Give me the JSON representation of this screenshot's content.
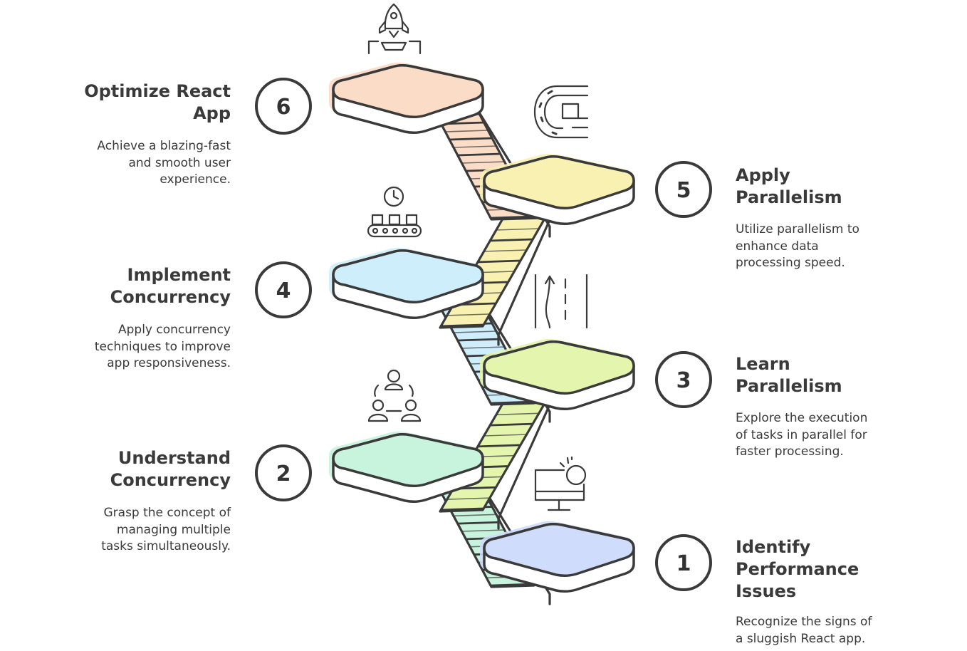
{
  "steps": [
    {
      "number": "1",
      "title": "Identify\nPerformance\nIssues",
      "description": "Recognize the signs of\na sluggish React app.",
      "color": "#cfdcfb",
      "icon": "monitor-alert-icon"
    },
    {
      "number": "2",
      "title": "Understand\nConcurrency",
      "description": "Grasp the concept of\nmanaging multiple\ntasks simultaneously.",
      "color": "#c8f3dc",
      "icon": "team-cycle-icon"
    },
    {
      "number": "3",
      "title": "Learn\nParallelism",
      "description": "Explore the execution\nof tasks in parallel for\nfaster processing.",
      "color": "#e4f5ae",
      "icon": "parallel-lanes-icon"
    },
    {
      "number": "4",
      "title": "Implement\nConcurrency",
      "description": "Apply concurrency\ntechniques to improve\napp responsiveness.",
      "color": "#cfeefb",
      "icon": "conveyor-timer-icon"
    },
    {
      "number": "5",
      "title": "Apply\nParallelism",
      "description": "Utilize parallelism to\nenhance data\nprocessing speed.",
      "color": "#f8f1b2",
      "icon": "racetrack-icon"
    },
    {
      "number": "6",
      "title": "Optimize React\nApp",
      "description": "Achieve a blazing-fast\nand smooth user\nexperience.",
      "color": "#fbdcc6",
      "icon": "rocket-launch-icon"
    }
  ],
  "colors": {
    "outline": "#3a3a3a",
    "badge_bg": "#ffffff"
  }
}
